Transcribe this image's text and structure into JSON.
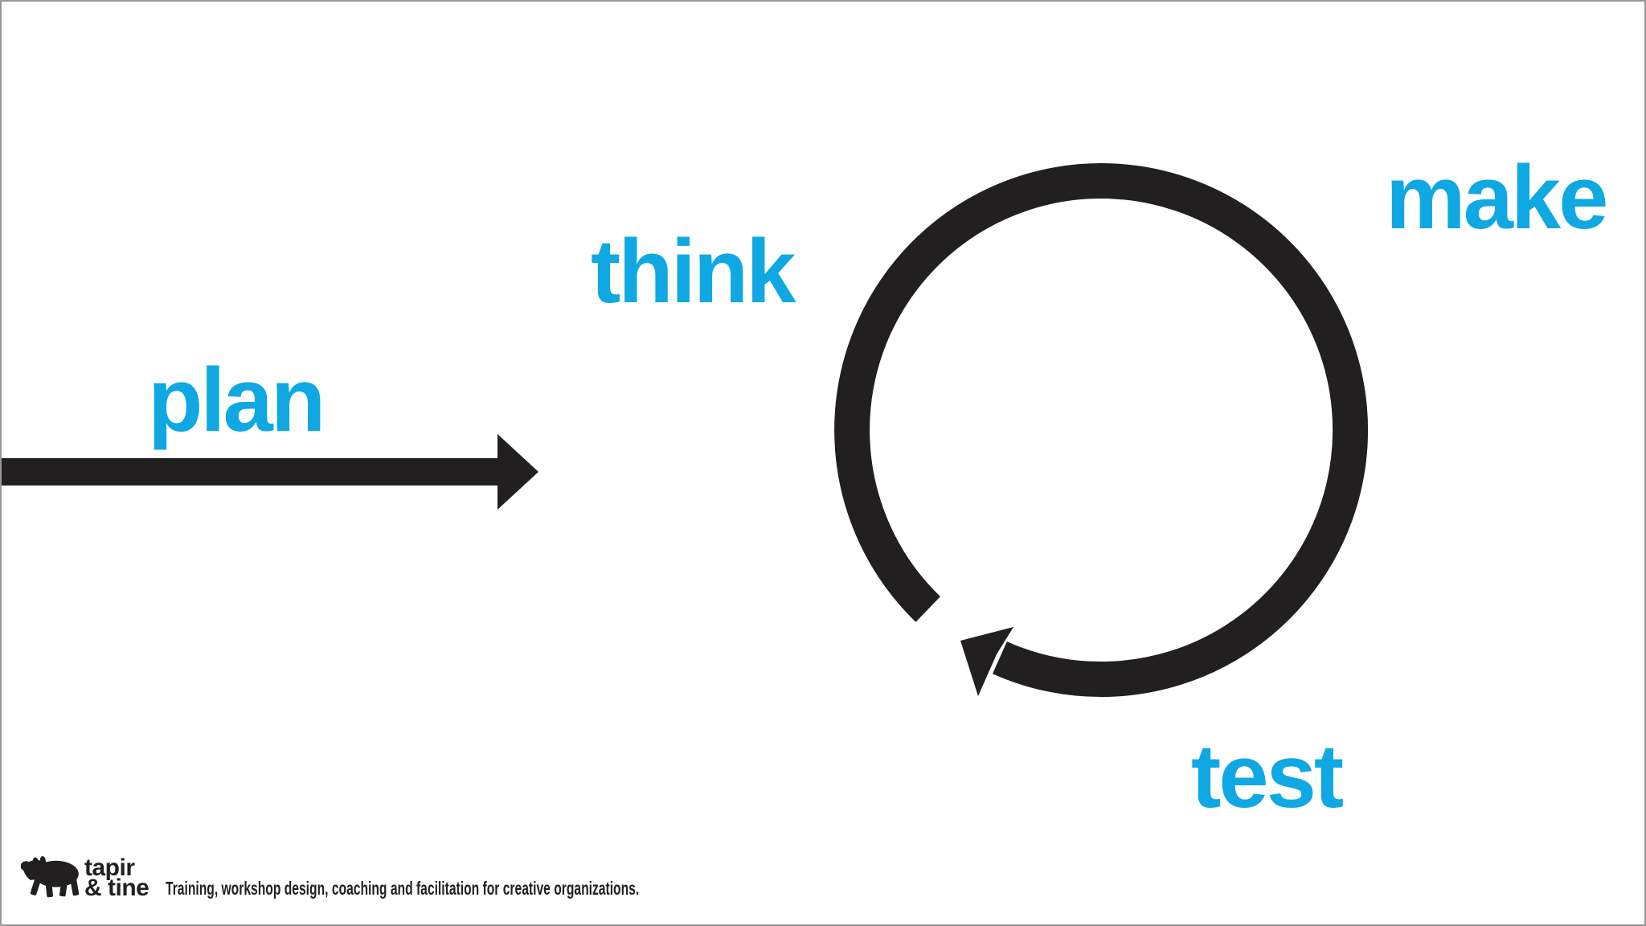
{
  "slide": {
    "background": "#ffffff",
    "frame_color": "#979797"
  },
  "colors": {
    "accent_blue": "#0fa8e2",
    "ink": "#221f20"
  },
  "diagram": {
    "step_plan": "plan",
    "step_think": "think",
    "step_make": "make",
    "step_test": "test",
    "shapes": [
      "right-arrow-icon",
      "loop-arrow-icon"
    ]
  },
  "footer": {
    "brand_line1": "tapir",
    "brand_line2": "& tine",
    "logo_icon": "tapir-silhouette-icon",
    "tagline": "Training, workshop design, coaching and facilitation for creative organizations."
  }
}
